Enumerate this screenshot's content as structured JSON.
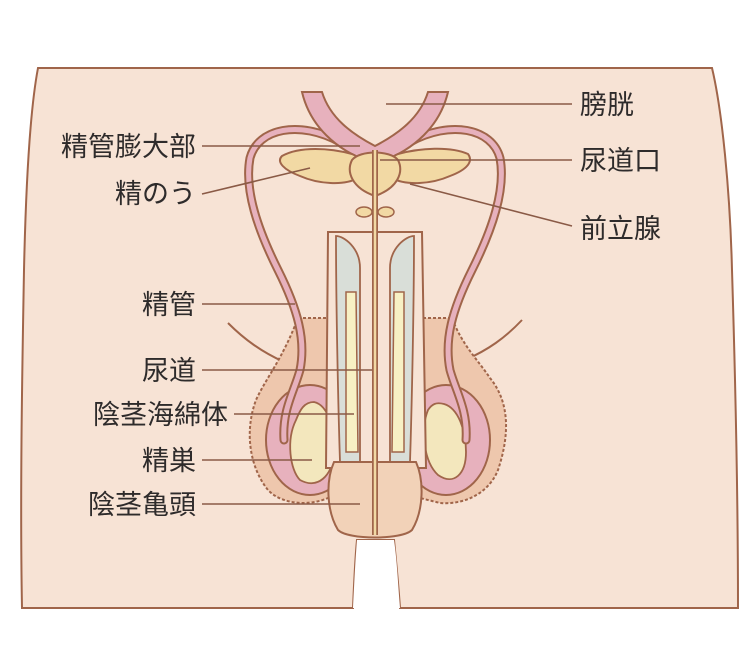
{
  "diagram": {
    "labels": {
      "seminal_vesicle_ampulla": "精管膨大部",
      "seminal_vesicle": "精のう",
      "vas_deferens": "精管",
      "urethra": "尿道",
      "corpus_cavernosum": "陰茎海綿体",
      "testis": "精巣",
      "glans": "陰茎亀頭",
      "bladder": "膀胱",
      "urethral_opening": "尿道口",
      "prostate": "前立腺"
    },
    "colors": {
      "skin": "#f7e3d5",
      "outline": "#a0654a",
      "bladder_pink": "#e7b1bd",
      "seminal_yellow": "#f2d9a4",
      "corpus_cream": "#f7f0c4",
      "corpus_gray": "#d9ded8",
      "scrotum": "#eec7ad",
      "testis_pink": "#dc9ca6",
      "testis_cream": "#f3e7bd"
    }
  }
}
